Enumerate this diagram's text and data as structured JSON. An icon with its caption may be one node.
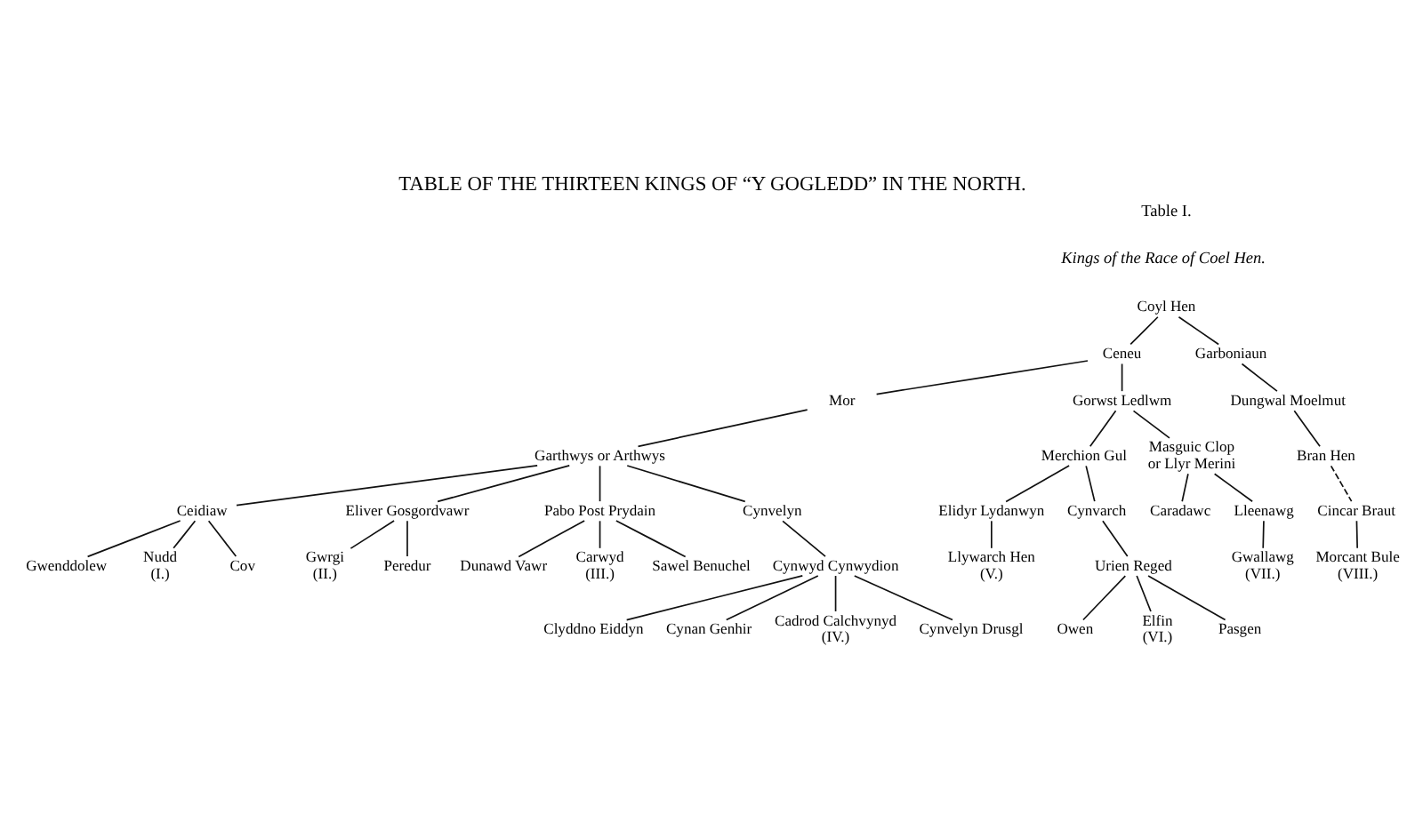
{
  "diagram": {
    "title": "TABLE OF THE THIRTEEN KINGS OF “Y GOGLEDD” IN THE NORTH.",
    "nodes": [
      {
        "text": [
          "Coyl Hen"
        ]
      },
      {
        "text": [
          "Ceneu"
        ]
      },
      {
        "text": [
          "Garboniaun"
        ]
      },
      {
        "text": [
          "Mor"
        ]
      },
      {
        "text": [
          "Gorwst Ledlwm"
        ]
      },
      {
        "text": [
          "Dungwal Moelmut"
        ]
      },
      {
        "text": [
          "Garthwys or Arthwys"
        ]
      },
      {
        "text": [
          "Merchion Gul"
        ]
      },
      {
        "text": [
          "Masguic Clop or Llyr Merini"
        ]
      },
      {
        "text": [
          "Bran Hen"
        ]
      },
      {
        "text": [
          "Ceidiaw"
        ]
      },
      {
        "text": [
          "Eliver Gosgordvawr"
        ]
      },
      {
        "text": [
          "Pabo Post Prydain"
        ]
      },
      {
        "text": [
          "Cynvelyn"
        ]
      },
      {
        "text": [
          "Elidyr Lydanwyn"
        ]
      },
      {
        "text": [
          "Cynvarch"
        ]
      },
      {
        "text": [
          "Caradawc"
        ]
      },
      {
        "text": [
          "Lleenawg"
        ]
      },
      {
        "text": [
          "Cincar Braut"
        ]
      },
      {
        "text": [
          "Gwenddolew"
        ]
      },
      {
        "text": [
          "Nudd"
        ],
        "beside": [
          "(I.)"
        ]
      },
      {
        "text": [
          "Cov"
        ]
      },
      {
        "text": [
          "Gwrgi"
        ],
        "beside": [
          "(II.)"
        ]
      },
      {
        "text": [
          "Peredur"
        ]
      },
      {
        "text": [
          "Dunawd Vawr"
        ]
      },
      {
        "text": [
          "Carwyd"
        ],
        "beside": [
          "(III.)"
        ]
      },
      {
        "text": [
          "Sawel Benuchel"
        ]
      },
      {
        "text": [
          "Cynwyd Cynwydion"
        ]
      },
      {
        "text": [
          "Llywarch Hen"
        ],
        "beside": [
          "(V.)"
        ]
      },
      {
        "text": [
          "Urien Reged"
        ]
      },
      {
        "text": [
          "Gwallawg"
        ],
        "beside": [
          "(VII.)"
        ]
      },
      {
        "text": [
          "Morcant Bule"
        ],
        "beside": [
          "(VIII.)"
        ]
      },
      {
        "text": [
          "Clyddno Eiddyn"
        ]
      },
      {
        "text": [
          "Cynan Genhir"
        ]
      },
      {
        "text": [
          "Cadrod Calchvynyd"
        ],
        "beside": [
          "(IV.)"
        ]
      },
      {
        "text": [
          "Cynvelyn Drusgl"
        ]
      },
      {
        "text": [
          "Owen"
        ]
      },
      {
        "text": [
          "Elfin"
        ],
        "beside": [
          "(VI.)"
        ]
      },
      {
        "text": [
          "Pasgen"
        ]
      }
    ],
    "edges": [
      {
        "from": 0,
        "to": 1,
        "arrow": "none"
      },
      {
        "from": 0,
        "to": 2,
        "arrow": "none"
      },
      {
        "from": 1,
        "to": 3,
        "arrow": "none"
      },
      {
        "from": 1,
        "to": 4,
        "arrow": "none"
      },
      {
        "from": 2,
        "to": 5,
        "arrow": "none"
      },
      {
        "from": 3,
        "to": 6,
        "arrow": "none"
      },
      {
        "from": 4,
        "to": 7,
        "arrow": "none"
      },
      {
        "from": 4,
        "to": 8,
        "arrow": "none"
      },
      {
        "from": 5,
        "to": 9,
        "arrow": "none"
      },
      {
        "from": 6,
        "to": 10,
        "arrow": "none"
      },
      {
        "from": 6,
        "to": 11,
        "arrow": "none"
      },
      {
        "from": 6,
        "to": 12,
        "arrow": "none"
      },
      {
        "from": 6,
        "to": 13,
        "arrow": "none"
      },
      {
        "from": 7,
        "to": 14,
        "arrow": "none"
      },
      {
        "from": 7,
        "to": 15,
        "arrow": "none"
      },
      {
        "from": 8,
        "to": 16,
        "arrow": "none"
      },
      {
        "from": 8,
        "to": 17,
        "arrow": "none"
      },
      {
        "from": 9,
        "to": 18,
        "arrow": "none",
        "style": "dashed"
      },
      {
        "from": 10,
        "to": 19,
        "arrow": "none"
      },
      {
        "from": 10,
        "to": 20,
        "arrow": "none"
      },
      {
        "from": 10,
        "to": 21,
        "arrow": "none"
      },
      {
        "from": 11,
        "to": 22,
        "arrow": "none"
      },
      {
        "from": 11,
        "to": 23,
        "arrow": "none"
      },
      {
        "from": 12,
        "to": 24,
        "arrow": "none"
      },
      {
        "from": 12,
        "to": 25,
        "arrow": "none"
      },
      {
        "from": 12,
        "to": 26,
        "arrow": "none"
      },
      {
        "from": 13,
        "to": 27,
        "arrow": "none"
      },
      {
        "from": 14,
        "to": 28,
        "arrow": "none"
      },
      {
        "from": 15,
        "to": 29,
        "arrow": "none"
      },
      {
        "from": 17,
        "to": 30,
        "arrow": "none"
      },
      {
        "from": 18,
        "to": 31,
        "arrow": "none"
      },
      {
        "from": 27,
        "to": 32,
        "arrow": "none"
      },
      {
        "from": 27,
        "to": 33,
        "arrow": "none"
      },
      {
        "from": 27,
        "to": 34,
        "arrow": "none"
      },
      {
        "from": 27,
        "to": 35,
        "arrow": "none"
      },
      {
        "from": 29,
        "to": 36,
        "arrow": "none"
      },
      {
        "from": 29,
        "to": 37,
        "arrow": "none"
      },
      {
        "from": 29,
        "to": 38,
        "arrow": "none"
      }
    ],
    "labels": [
      "Table I.",
      "Kings of the Race of Coel Hen."
    ]
  }
}
